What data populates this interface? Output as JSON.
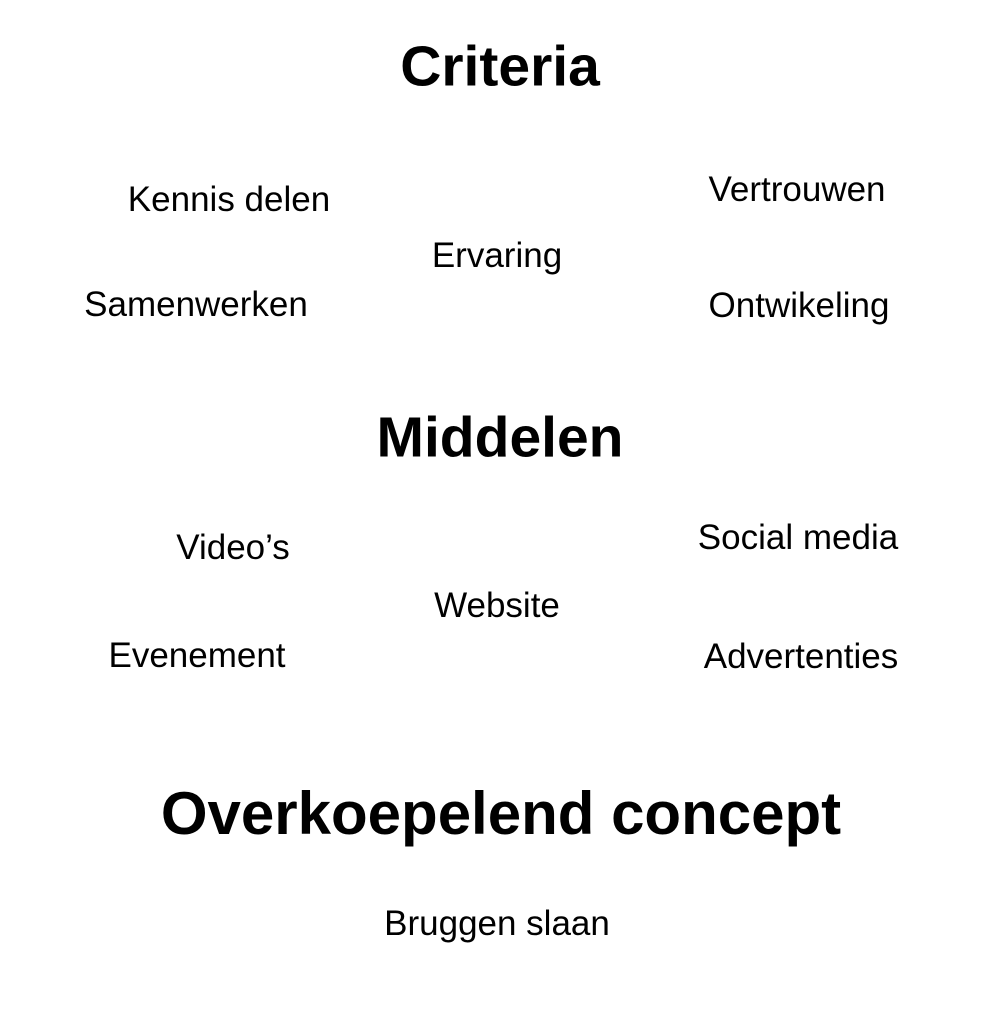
{
  "diagram": {
    "type": "concept-map",
    "background_color": "#ffffff",
    "text_color": "#000000",
    "sections": [
      {
        "title": "Criteria",
        "items": [
          "Kennis delen",
          "Vertrouwen",
          "Ervaring",
          "Samenwerken",
          "Ontwikeling"
        ]
      },
      {
        "title": "Middelen",
        "items": [
          "Video’s",
          "Social media",
          "Website",
          "Evenement",
          "Advertenties"
        ]
      },
      {
        "title": "Overkoepelend concept",
        "items": [
          "Bruggen slaan"
        ]
      }
    ]
  }
}
